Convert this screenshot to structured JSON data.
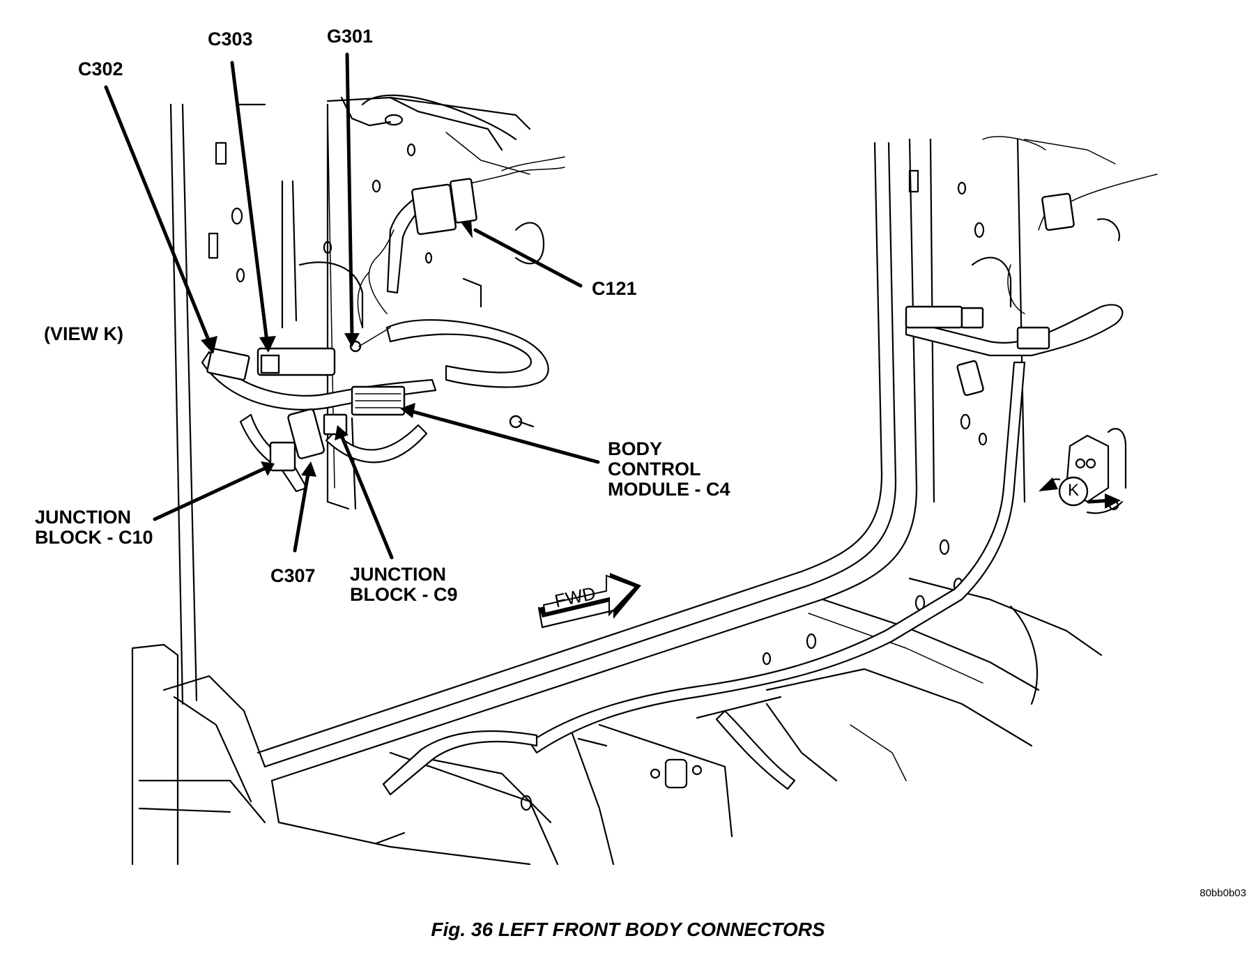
{
  "labels": {
    "c302": "C302",
    "c303": "C303",
    "g301": "G301",
    "c121": "C121",
    "view_k": "(VIEW K)",
    "bcm_c4": "BODY\nCONTROL\nMODULE - C4",
    "jb_c10": "JUNCTION\nBLOCK - C10",
    "c307": "C307",
    "jb_c9": "JUNCTION\nBLOCK - C9",
    "fwd": "FWD",
    "view_marker": "K"
  },
  "caption": "Fig. 36 LEFT FRONT BODY CONNECTORS",
  "drawing_code": "80bb0b03",
  "colors": {
    "ink": "#000000",
    "paper": "#ffffff"
  }
}
